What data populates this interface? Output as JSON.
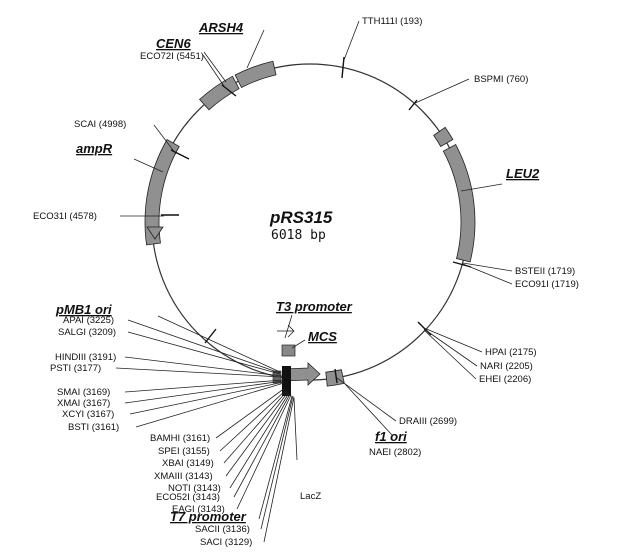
{
  "plasmid": {
    "name": "pRS315",
    "size": "6018 bp"
  },
  "genes": {
    "arsh4": "ARSH4",
    "cen6": "CEN6",
    "ampr": "ampR",
    "leu2": "LEU2",
    "pmb1": "pMB1 ori",
    "t3": "T3 promoter",
    "mcs": "MCS",
    "f1": "f1 ori",
    "t7": "T7 promoter"
  },
  "sites": {
    "tth": "TTH111I (193)",
    "bspmi": "BSPMI (760)",
    "eco72": "ECO72I (5451)",
    "scai": "SCAI (4998)",
    "eco31": "ECO31I (4578)",
    "bsteii": "BSTEII (1719)",
    "eco91": "ECO91I (1719)",
    "hpai": "HPAI (2175)",
    "nari": "NARI (2205)",
    "ehei": "EHEI (2206)",
    "draiii": "DRAIII (2699)",
    "naei": "NAEI (2802)",
    "apai": "APAI (3225)",
    "salgi": "SALGI (3209)",
    "hindiii": "HINDIII (3191)",
    "psti": "PSTI (3177)",
    "smai": "SMAI (3169)",
    "xmai": "XMAI (3167)",
    "xcyi": "XCYI (3167)",
    "bsti": "BSTI (3161)",
    "bamhi": "BAMHI (3161)",
    "spei": "SPEI (3155)",
    "xbai": "XBAI (3149)",
    "xmaiii": "XMAIII (3143)",
    "noti": "NOTI (3143)",
    "eco52": "ECO52I (3143)",
    "eagi": "EAGI (3143)",
    "sacii": "SACII (3136)",
    "saci": "SACI (3129)"
  },
  "lacz": "LacZ"
}
